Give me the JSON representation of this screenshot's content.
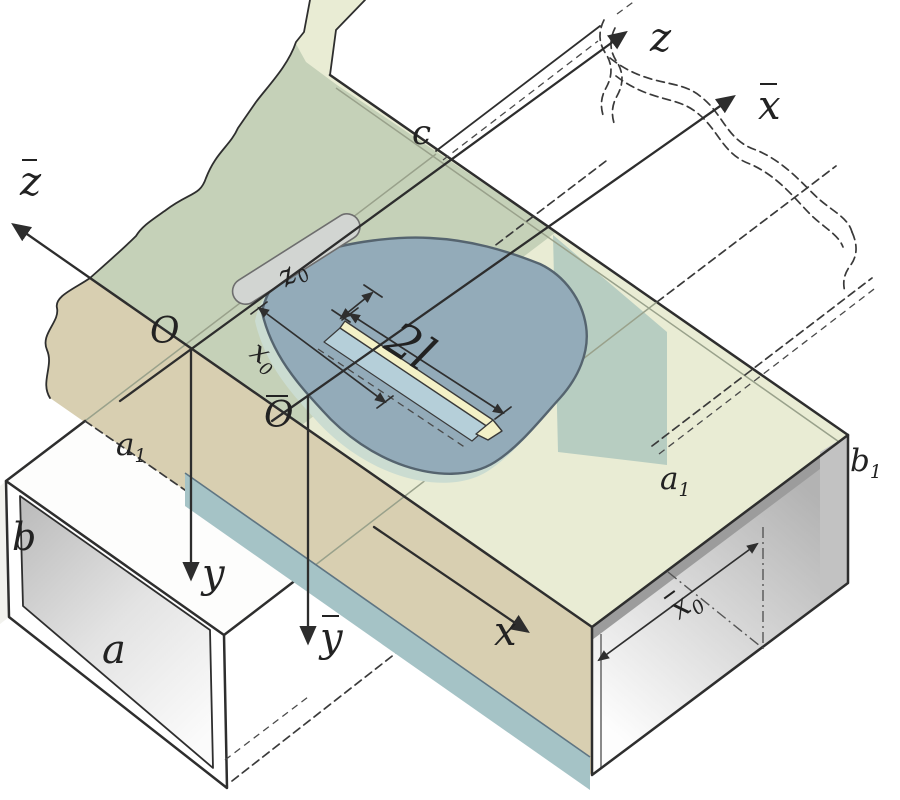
{
  "figure": {
    "description": "3D schematic of two crossed rectangular waveguides coupled by a slot in the common broad wall, with coordinate systems (x, y, z) and (x-bar, y-bar, z-bar)"
  },
  "palette": {
    "paper": "#ffffff",
    "ink": "#2e2e2e",
    "topFace": "#e9ecd4",
    "topBand": "#c5d1b8",
    "topTeal": "#b7cdc1",
    "tanFace": "#d8cfb1",
    "tealStrip": "#a5c3c6",
    "blob": "#93abb9",
    "blobEdge": "#55646f",
    "fringe": "#cbdcd1",
    "tab": "#d2d5d2",
    "slotYellow": "#f4f1c7",
    "slotBlue": "#b5cfd9"
  },
  "labels": {
    "z_bar": {
      "main": "z",
      "sub": "",
      "bar": true
    },
    "z": {
      "main": "z",
      "sub": "",
      "bar": false
    },
    "x_bar": {
      "main": "x",
      "sub": "",
      "bar": true
    },
    "c": {
      "main": "c",
      "sub": "",
      "bar": false
    },
    "O": {
      "main": "O",
      "sub": "",
      "bar": false
    },
    "O_bar": {
      "main": "O",
      "sub": "",
      "bar": true
    },
    "z0": {
      "main": "z",
      "sub": "0",
      "bar": false
    },
    "x0": {
      "main": "x",
      "sub": "0",
      "bar": false
    },
    "two_l": {
      "main": "2l",
      "sub": "",
      "bar": false
    },
    "a1_left": {
      "main": "a",
      "sub": "1",
      "bar": false
    },
    "b": {
      "main": "b",
      "sub": "",
      "bar": false
    },
    "a": {
      "main": "a",
      "sub": "",
      "bar": false
    },
    "y": {
      "main": "y",
      "sub": "",
      "bar": false
    },
    "y_bar": {
      "main": "y",
      "sub": "",
      "bar": true
    },
    "x": {
      "main": "x",
      "sub": "",
      "bar": false
    },
    "a1_right": {
      "main": "a",
      "sub": "1",
      "bar": false
    },
    "b1": {
      "main": "b",
      "sub": "1",
      "bar": false
    },
    "x0_bar": {
      "main": "x",
      "sub": "0",
      "bar": true
    }
  }
}
